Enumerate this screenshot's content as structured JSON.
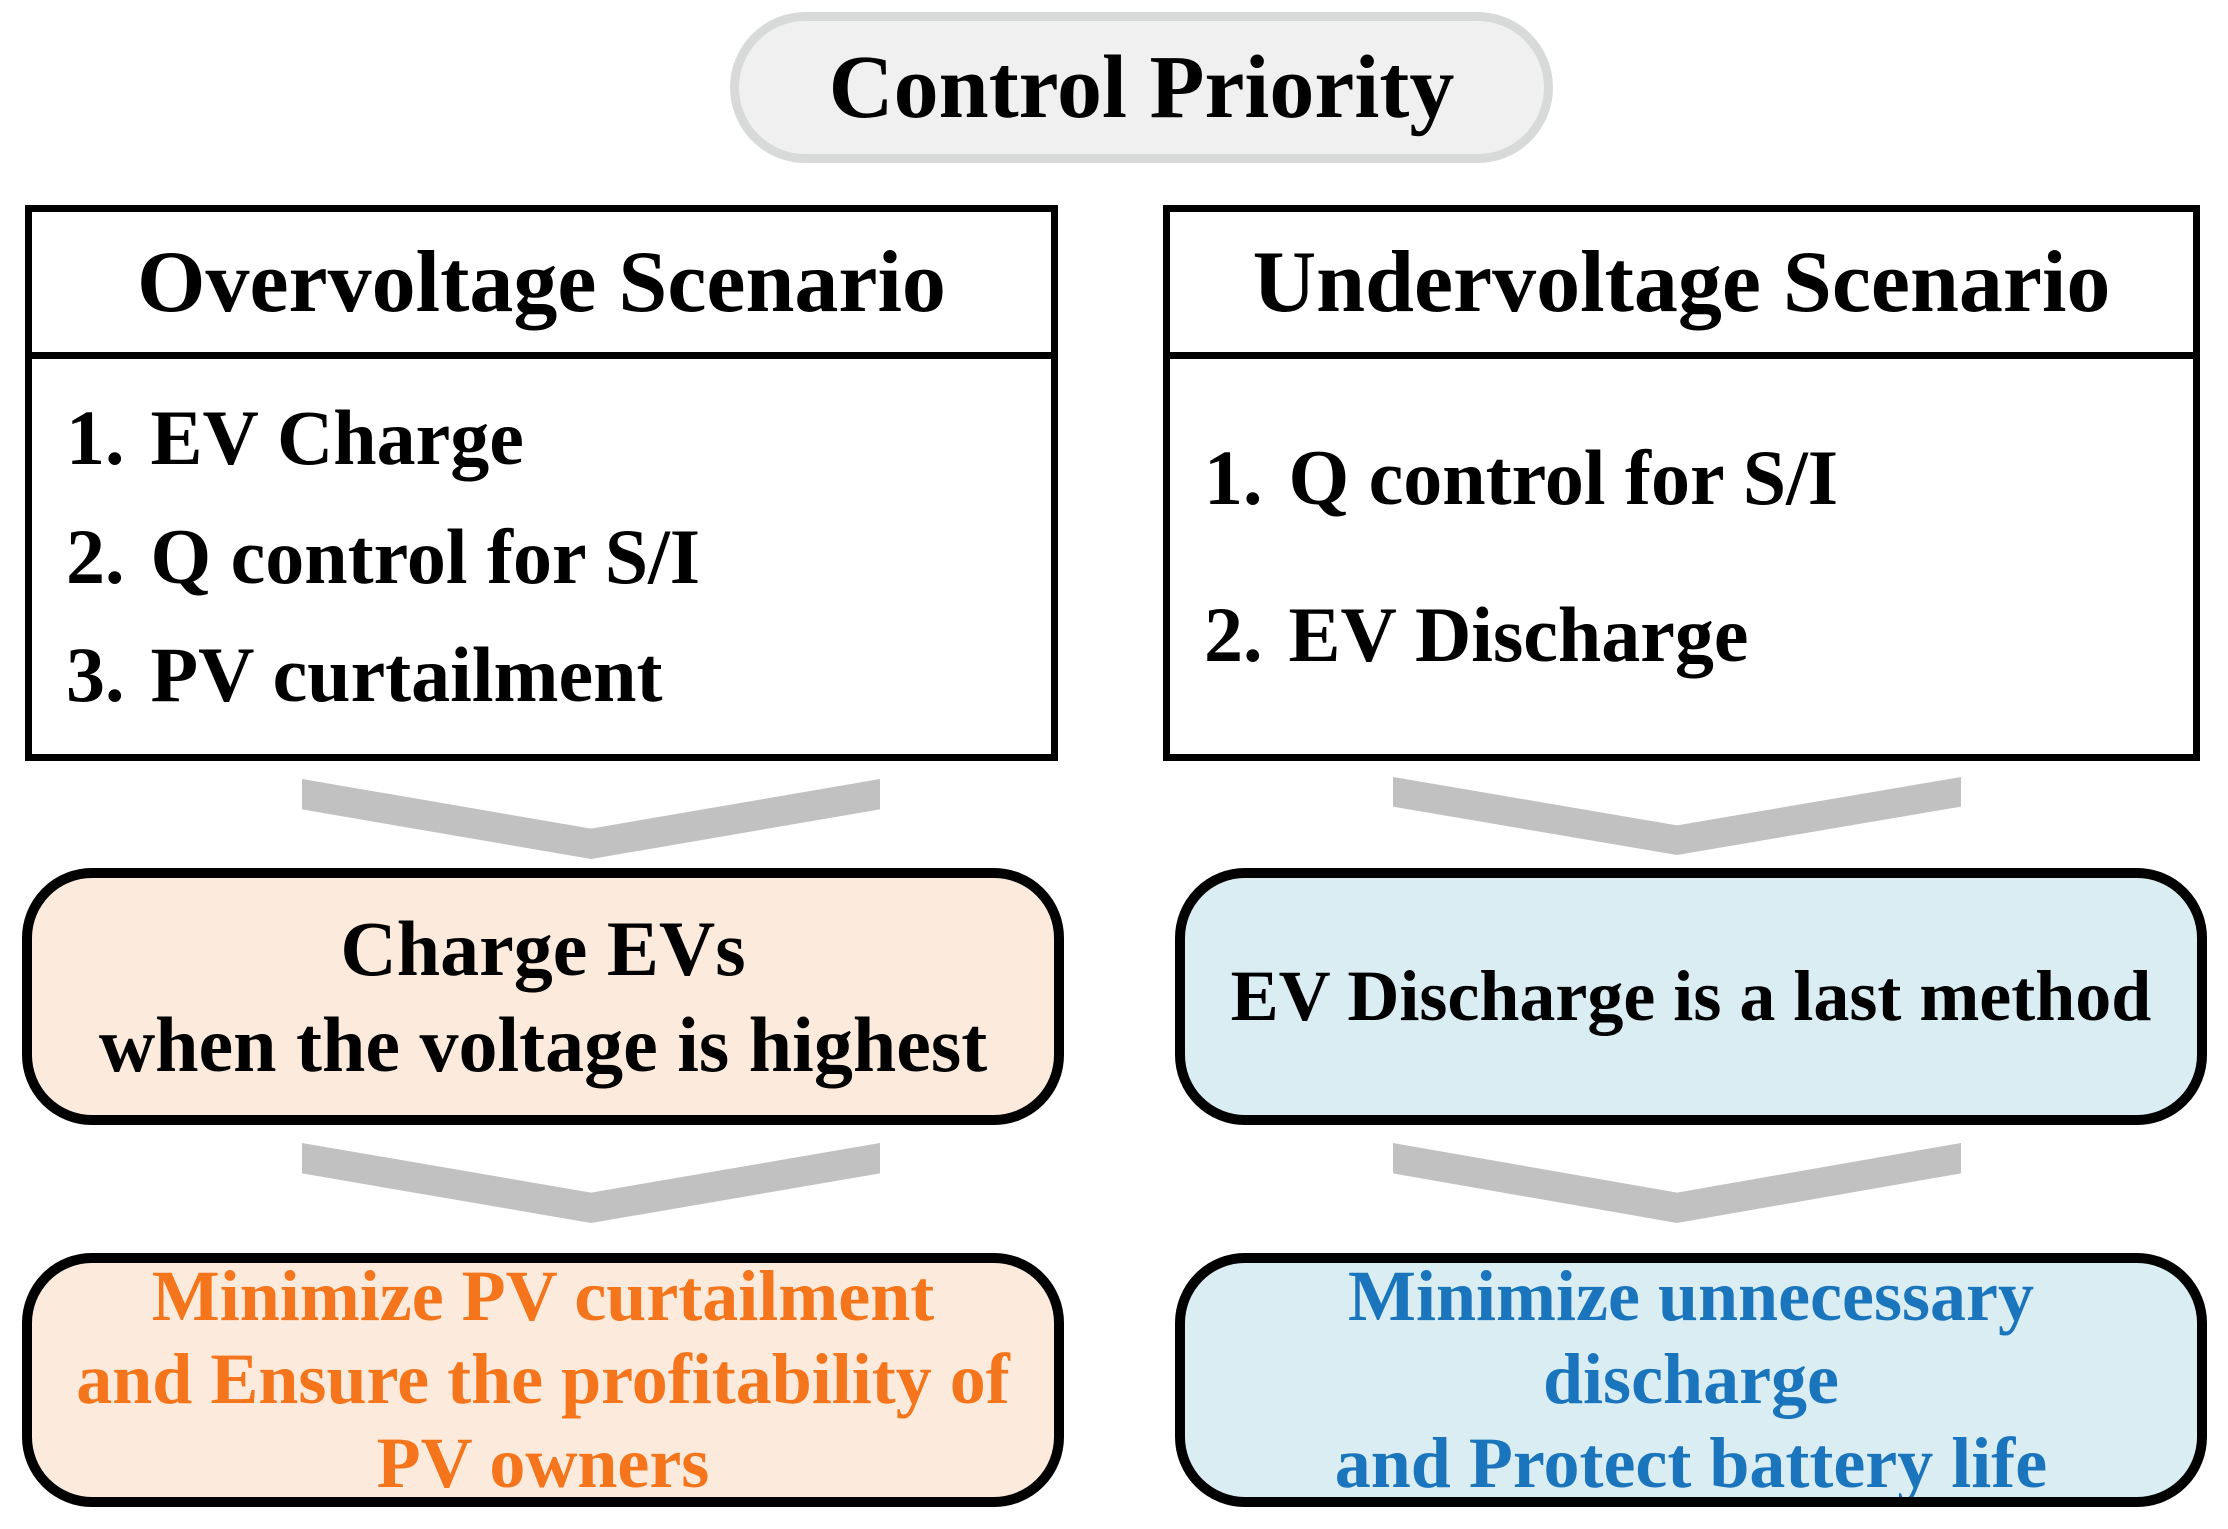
{
  "title": "Control Priority",
  "colors": {
    "overvoltage_fill": "#FCEBDC",
    "undervoltage_fill": "#D9EDF3",
    "overvoltage_text": "#F4751B",
    "undervoltage_text": "#1B75BC",
    "chevron": "#C1C1C1",
    "title_fill": "#F0F0F0",
    "title_border": "#D8DADA",
    "box_border": "#000000",
    "ink": "#000000"
  },
  "overvoltage": {
    "header": "Overvoltage Scenario",
    "priorities": [
      {
        "num": "1.",
        "label": "EV Charge"
      },
      {
        "num": "2.",
        "label": "Q control for S/I"
      },
      {
        "num": "3.",
        "label": "PV curtailment"
      }
    ],
    "action": {
      "lines": [
        "Charge EVs",
        "when the voltage is highest"
      ]
    },
    "outcome": {
      "lines": [
        "Minimize PV curtailment",
        "and Ensure the profitability of",
        "PV owners"
      ]
    }
  },
  "undervoltage": {
    "header": "Undervoltage Scenario",
    "priorities": [
      {
        "num": "1.",
        "label": "Q control for S/I"
      },
      {
        "num": "2.",
        "label": "EV Discharge"
      }
    ],
    "action": {
      "lines": [
        "EV Discharge is a last method"
      ]
    },
    "outcome": {
      "lines": [
        "Minimize unnecessary",
        "discharge",
        "and Protect battery life"
      ]
    }
  }
}
